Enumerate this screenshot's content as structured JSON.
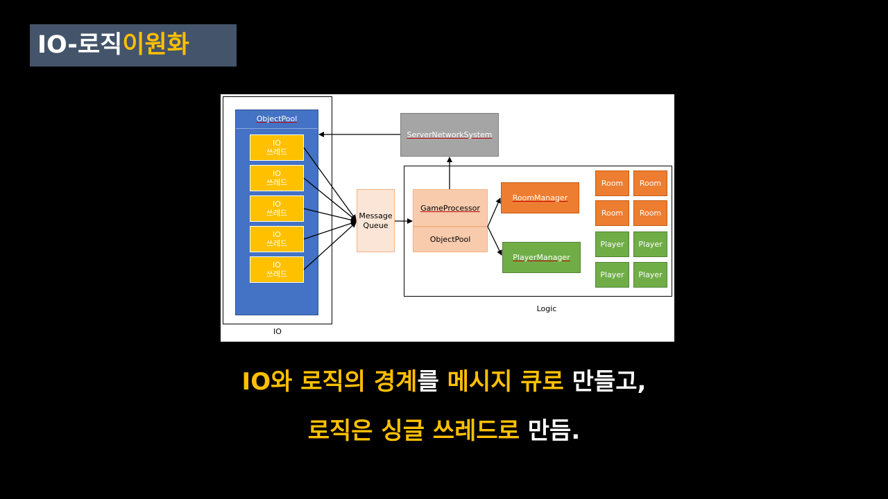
{
  "slide": {
    "title_part1": "IO-로직 ",
    "title_part2": "이원화",
    "caption_line1_highlight": "IO와 로직의 경계",
    "caption_line1_mid": "를 ",
    "caption_line1_highlight2": "메시지 큐로",
    "caption_line1_end": " 만들고,",
    "caption_line2_highlight": "로직은 싱글 쓰레드로",
    "caption_line2_end": " 만듬."
  },
  "diagram": {
    "io_label": "IO",
    "logic_label": "Logic",
    "io_object_pool": "ObjectPool",
    "io_threads": [
      "IO\n쓰레드",
      "IO\n쓰레드",
      "IO\n쓰레드",
      "IO\n쓰레드",
      "IO\n쓰레드"
    ],
    "message_queue_line1": "Message",
    "message_queue_line2": "Queue",
    "server_network_system": "ServerNetworkSystem",
    "game_processor": "GameProcessor",
    "logic_object_pool": "ObjectPool",
    "room_manager": "RoomManager",
    "player_manager": "PlayerManager",
    "rooms": [
      "Room",
      "Room",
      "Room",
      "Room"
    ],
    "players": [
      "Player",
      "Player",
      "Player",
      "Player"
    ]
  },
  "colors": {
    "title_bg": "#44546a",
    "highlight": "#ffc000",
    "io_pool": "#4472c4",
    "io_thread": "#ffc000",
    "message_queue": "#fbe5d6",
    "game_processor": "#f8cbad",
    "server_network": "#a5a5a5",
    "room": "#ed7d31",
    "player": "#70ad47"
  }
}
